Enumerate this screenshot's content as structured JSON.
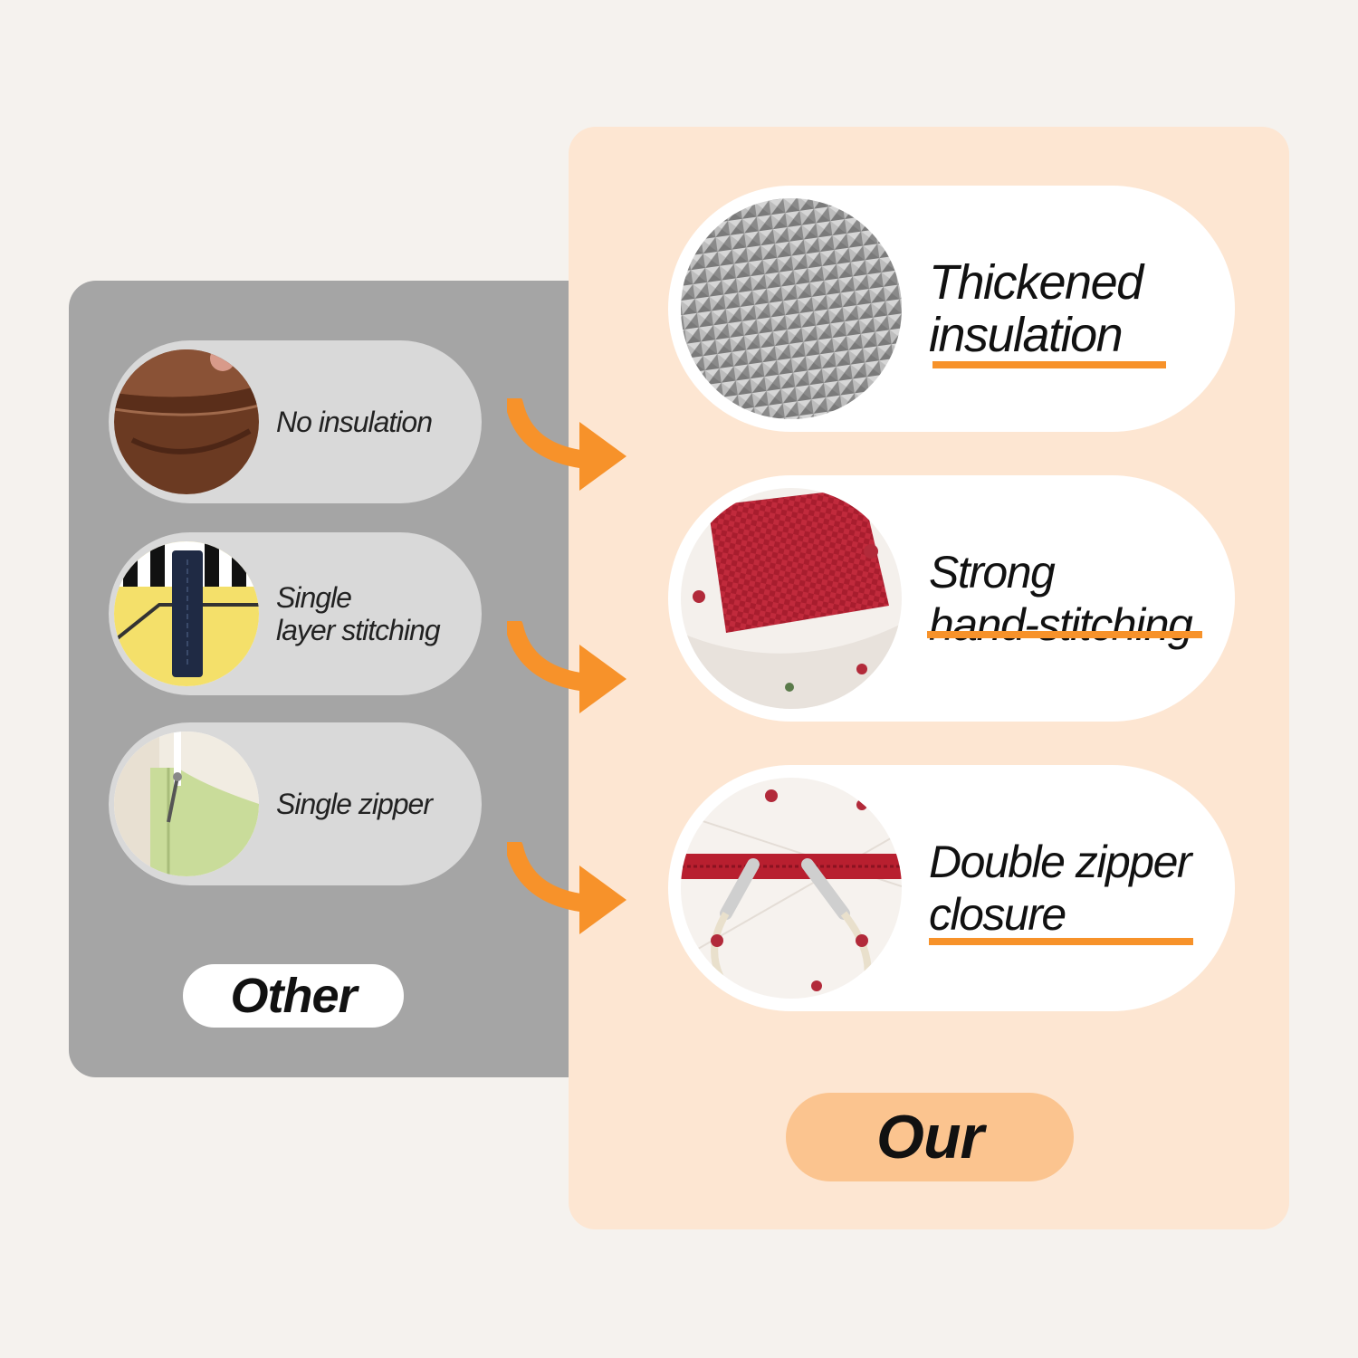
{
  "other": {
    "badge": "Other",
    "items": [
      {
        "label_lines": [
          "No insulation"
        ],
        "icon": "brown-lining-photo"
      },
      {
        "label_lines": [
          "Single",
          "layer stitching"
        ],
        "icon": "yellow-bag-strap-photo"
      },
      {
        "label_lines": [
          "Single zipper"
        ],
        "icon": "green-bag-zipper-photo"
      }
    ]
  },
  "our": {
    "badge": "Our",
    "items": [
      {
        "label_lines": [
          "Thickened",
          "insulation"
        ],
        "icon": "foil-insulation-photo"
      },
      {
        "label_lines": [
          "Strong",
          "hand-stitching"
        ],
        "icon": "red-strap-stitching-photo"
      },
      {
        "label_lines": [
          "Double zipper",
          "closure"
        ],
        "icon": "double-zipper-photo"
      }
    ]
  },
  "colors": {
    "page_background": "#f5f2ee",
    "other_panel": "#a5a5a5",
    "other_pill": "#d9d9d9",
    "our_panel": "#fde6d2",
    "our_badge": "#fbc48f",
    "accent_orange": "#f7922a"
  }
}
